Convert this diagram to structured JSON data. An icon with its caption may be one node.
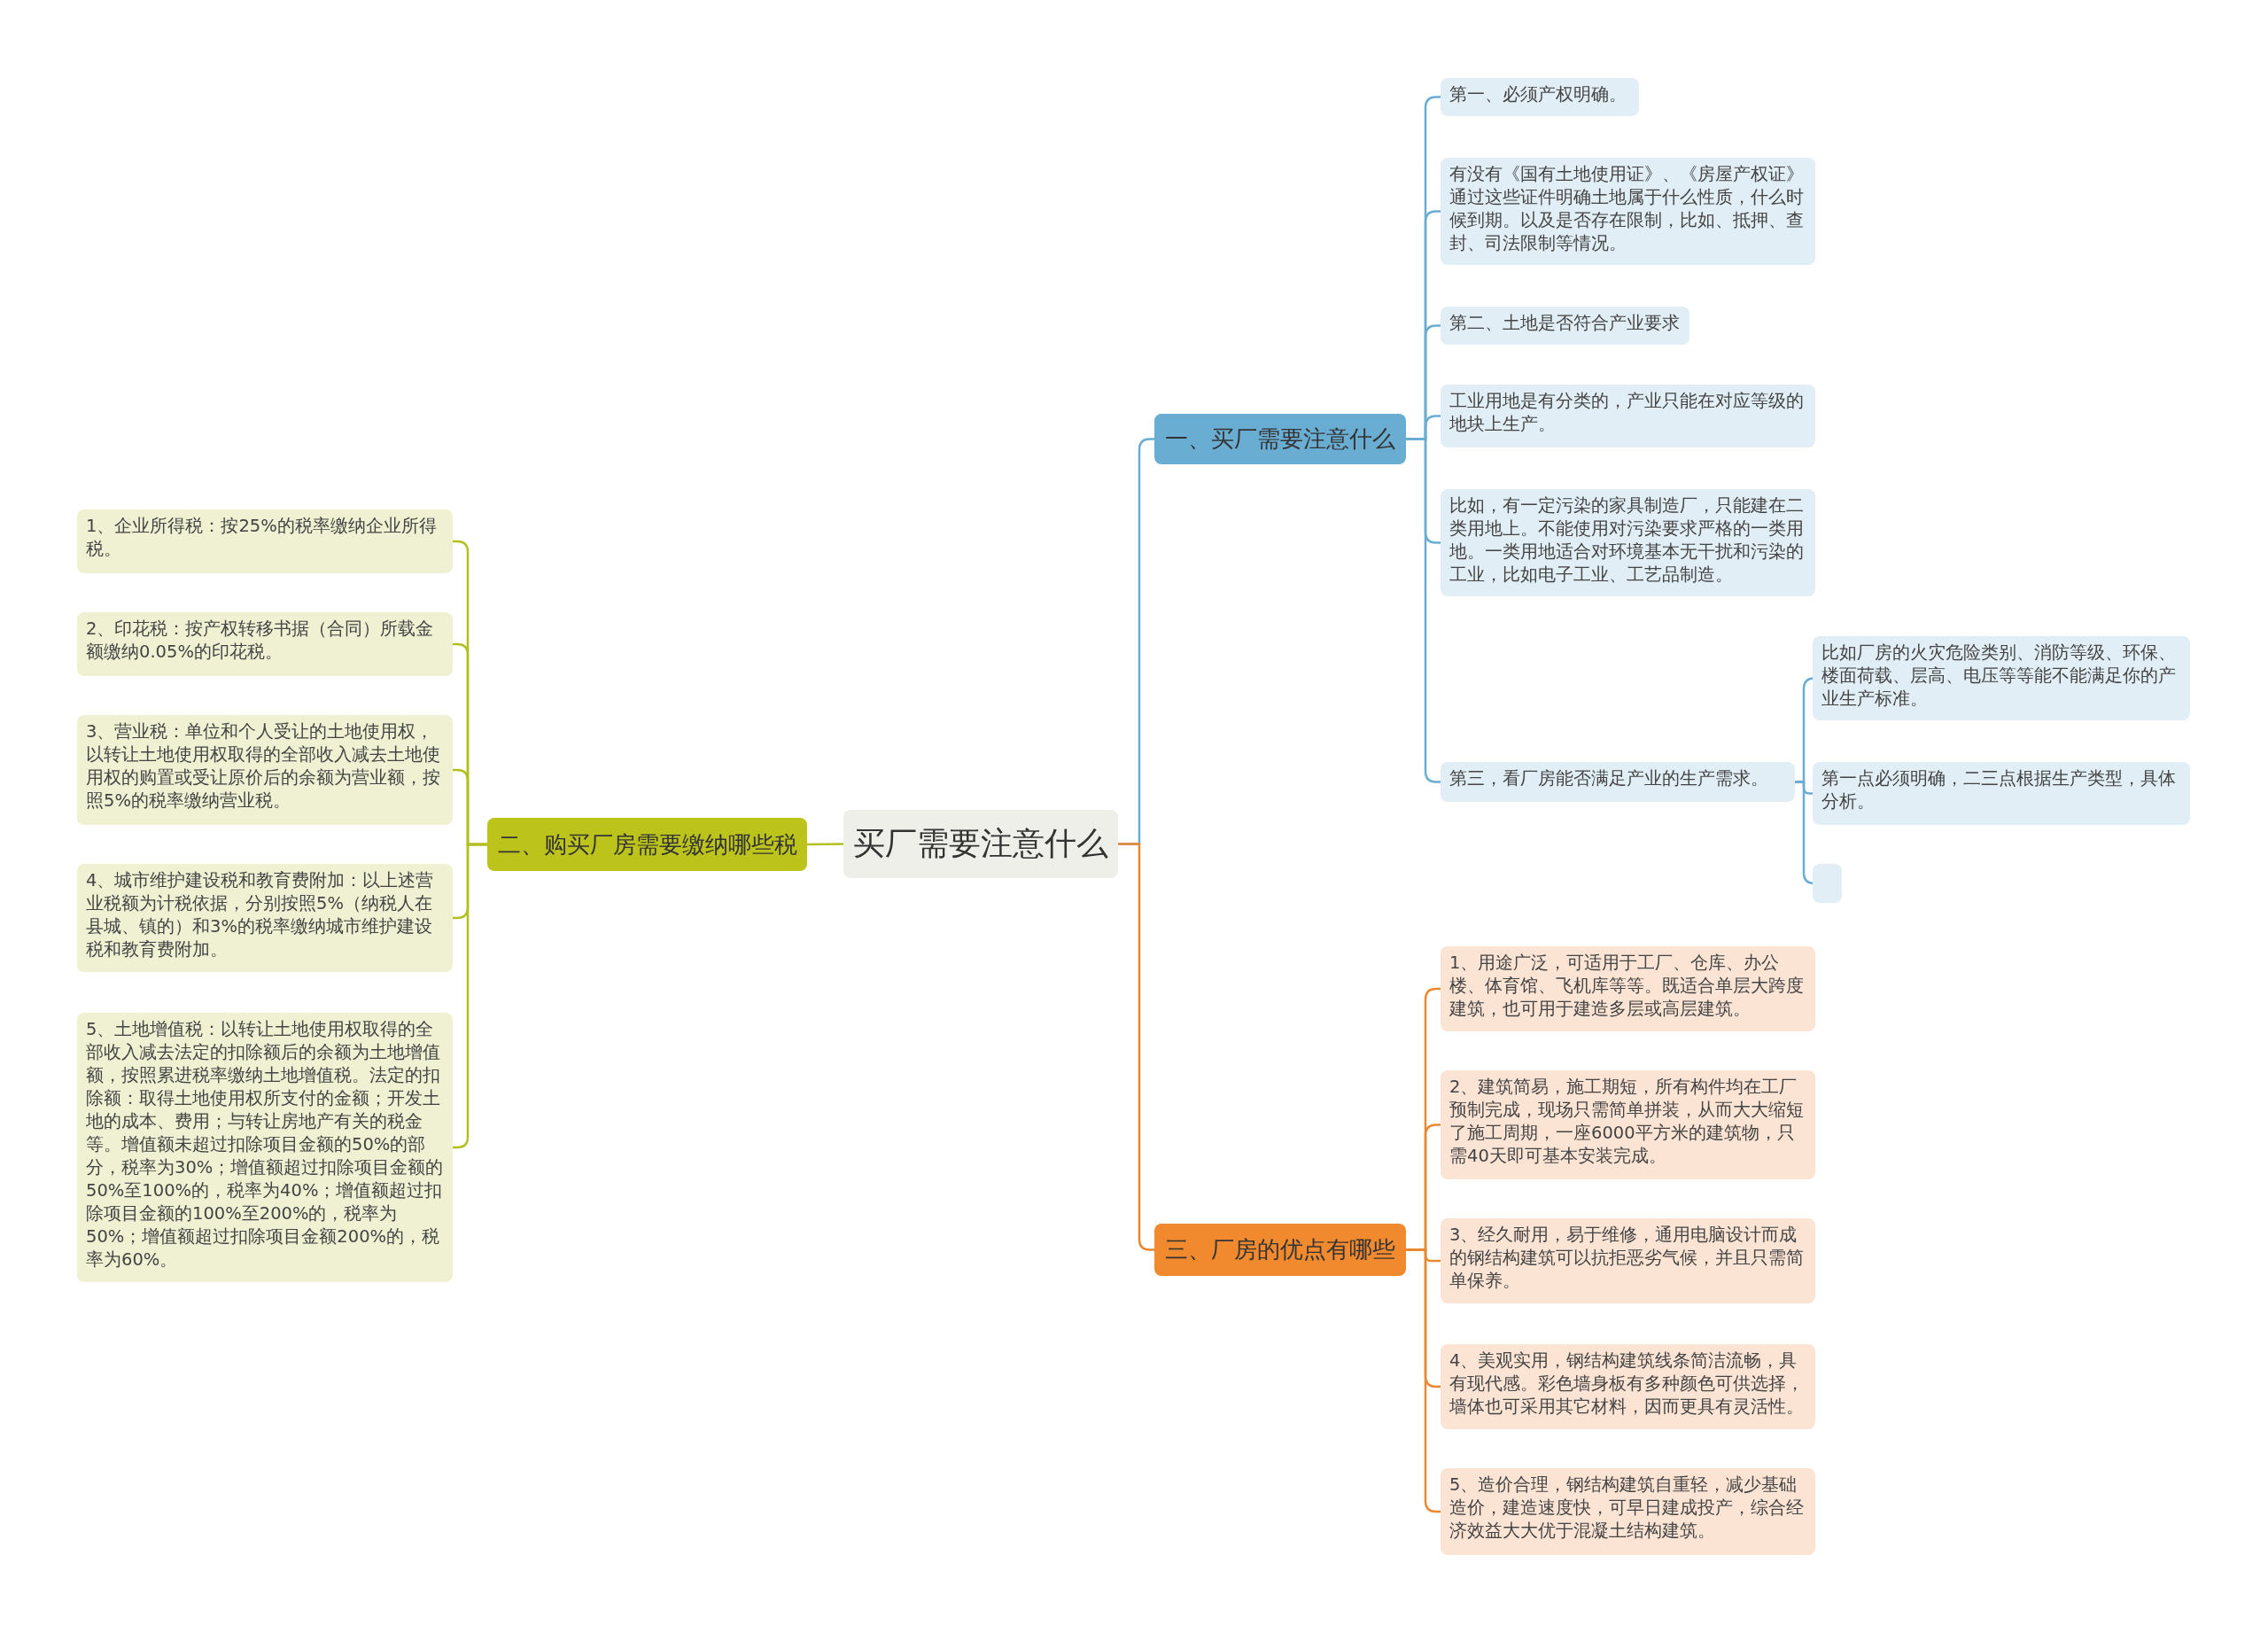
{
  "diagram": {
    "nodes": [
      {
        "text": [
          "买厂需要注意什么"
        ]
      },
      {
        "text": [
          "一、买厂需要注意什么"
        ]
      },
      {
        "text": [
          "二、购买厂房需要缴纳哪些税"
        ]
      },
      {
        "text": [
          "三、厂房的优点有哪些"
        ]
      },
      {
        "text": [
          "第一、必须产权明确。"
        ]
      },
      {
        "text": [
          "有没有《国有土地使用证》、《房屋产权证》通过这些证件明确土地属于什么性质，什么时候到期。以及是否存在限制，比如、抵押、查封、司法限制等情况。"
        ]
      },
      {
        "text": [
          "第二、土地是否符合产业要求"
        ]
      },
      {
        "text": [
          "工业用地是有分类的，产业只能在对应等级的地块上生产。"
        ]
      },
      {
        "text": [
          "比如，有一定污染的家具制造厂，只能建在二类用地上。不能使用对污染要求严格的一类用地。一类用地适合对环境基本无干扰和污染的工业，比如电子工业、工艺品制造。"
        ]
      },
      {
        "text": [
          "第三，看厂房能否满足产业的生产需求。"
        ]
      },
      {
        "text": [
          "比如厂房的火灾危险类别、消防等级、环保、楼面荷载、层高、电压等等能不能满足你的产业生产标准。"
        ]
      },
      {
        "text": [
          "第一点必须明确，二三点根据生产类型，具体分析。"
        ]
      },
      {
        "text": [],
        "shape": "box"
      },
      {
        "text": [
          "1、企业所得税：按25%的税率缴纳企业所得税。"
        ]
      },
      {
        "text": [
          "2、印花税：按产权转移书据（合同）所载金额缴纳0.05%的印花税。"
        ]
      },
      {
        "text": [
          "3、营业税：单位和个人受让的土地使用权，以转让土地使用权取得的全部收入减去土地使用权的购置或受让原价后的余额为营业额，按照5%的税率缴纳营业税。"
        ]
      },
      {
        "text": [
          "4、城市维护建设税和教育费附加：以上述营业税额为计税依据，分别按照5%（纳税人在县城、镇的）和3%的税率缴纳城市维护建设税和教育费附加。"
        ]
      },
      {
        "text": [
          "5、土地增值税：以转让土地使用权取得的全部收入减去法定的扣除额后的余额为土地增值额，按照累进税率缴纳土地增值税。法定的扣除额：取得土地使用权所支付的金额；开发土地的成本、费用；与转让房地产有关的税金等。增值额未超过扣除项目金额的50%的部分，税率为30%；增值额超过扣除项目金额的50%至100%的，税率为40%；增值额超过扣除项目金额的100%至200%的，税率为50%；增值额超过扣除项目金额200%的，税率为60%。"
        ]
      },
      {
        "text": [
          "1、用途广泛，可适用于工厂、仓库、办公楼、体育馆、飞机库等等。既适合单层大跨度建筑，也可用于建造多层或高层建筑。"
        ]
      },
      {
        "text": [
          "2、建筑简易，施工期短，所有构件均在工厂预制完成，现场只需简单拼装，从而大大缩短了施工周期，一座6000平方米的建筑物，只需40天即可基本安装完成。"
        ]
      },
      {
        "text": [
          "3、经久耐用，易于维修，通用电脑设计而成的钢结构建筑可以抗拒恶劣气候，并且只需简单保养。"
        ]
      },
      {
        "text": [
          "4、美观实用，钢结构建筑线条简洁流畅，具有现代感。彩色墙身板有多种颜色可供选择，墙体也可采用其它材料，因而更具有灵活性。"
        ]
      },
      {
        "text": [
          "5、造价合理，钢结构建筑自重轻，减少基础造价，建造速度快，可早日建成投产，综合经济效益大大优于混凝土结构建筑。"
        ]
      }
    ],
    "edges": [
      {
        "from": 0,
        "to": 1,
        "arrow": "none"
      },
      {
        "from": 0,
        "to": 2,
        "arrow": "none",
        "color": "#b3bf1f"
      },
      {
        "from": 0,
        "to": 3,
        "arrow": "none",
        "color": "#e8892f"
      },
      {
        "from": 1,
        "to": 4,
        "arrow": "none"
      },
      {
        "from": 1,
        "to": 5,
        "arrow": "none"
      },
      {
        "from": 1,
        "to": 6,
        "arrow": "none"
      },
      {
        "from": 1,
        "to": 7,
        "arrow": "none"
      },
      {
        "from": 1,
        "to": 8,
        "arrow": "none"
      },
      {
        "from": 1,
        "to": 9,
        "arrow": "none"
      },
      {
        "from": 9,
        "to": 10,
        "arrow": "none"
      },
      {
        "from": 9,
        "to": 11,
        "arrow": "none"
      },
      {
        "from": 9,
        "to": 12,
        "arrow": "none"
      },
      {
        "from": 2,
        "to": 13,
        "arrow": "none",
        "color": "#b3bf1f"
      },
      {
        "from": 2,
        "to": 14,
        "arrow": "none",
        "color": "#b3bf1f"
      },
      {
        "from": 2,
        "to": 15,
        "arrow": "none",
        "color": "#b3bf1f"
      },
      {
        "from": 2,
        "to": 16,
        "arrow": "none",
        "color": "#b3bf1f"
      },
      {
        "from": 2,
        "to": 17,
        "arrow": "none",
        "color": "#b3bf1f"
      },
      {
        "from": 3,
        "to": 18,
        "arrow": "none",
        "color": "#e8892f"
      },
      {
        "from": 3,
        "to": 19,
        "arrow": "none",
        "color": "#e8892f"
      },
      {
        "from": 3,
        "to": 20,
        "arrow": "none",
        "color": "#e8892f"
      },
      {
        "from": 3,
        "to": 21,
        "arrow": "none",
        "color": "#e8892f"
      },
      {
        "from": 3,
        "to": 22,
        "arrow": "none",
        "color": "#e8892f"
      }
    ]
  }
}
